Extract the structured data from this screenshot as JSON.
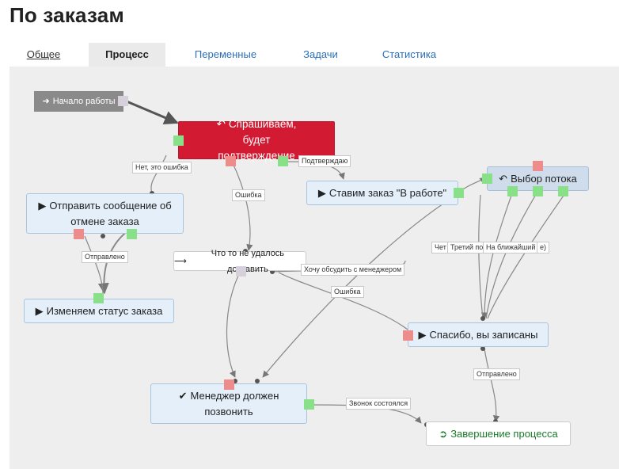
{
  "page": {
    "title": "По заказам"
  },
  "tabs": [
    {
      "label": "Общее"
    },
    {
      "label": "Процесс"
    },
    {
      "label": "Переменные"
    },
    {
      "label": "Задачи"
    },
    {
      "label": "Статистика"
    }
  ],
  "nodes": {
    "start": {
      "label": "Начало работы",
      "icon": "sign-in-icon"
    },
    "ask": {
      "label": "Спрашиваем, будет подтверждение",
      "icon": "reply-icon"
    },
    "send_cancel": {
      "label": "Отправить сообщение об отмене заказа",
      "icon": "play-icon"
    },
    "set_in_work": {
      "label": "Ставим заказ \"В работе\"",
      "icon": "play-icon"
    },
    "choose_flow": {
      "label": "Выбор потока",
      "icon": "reply-icon"
    },
    "delivery_failed": {
      "label": "Что то не удалось доставить",
      "icon": "arrow-right-icon"
    },
    "change_status": {
      "label": "Изменяем статус заказа",
      "icon": "play-icon"
    },
    "thanks": {
      "label": "Спасибо, вы записаны",
      "icon": "play-icon"
    },
    "manager_call": {
      "label": "Менеджер должен позвонить",
      "icon": "check-icon"
    },
    "finish": {
      "label": "Завершение процесса",
      "icon": "exit-icon"
    }
  },
  "edge_labels": {
    "no_error": "Нет, это ошибка",
    "confirm": "Подтверждаю",
    "error1": "Ошибка",
    "sent1": "Отправлено",
    "want_discuss": "Хочу обсудить с менеджером",
    "error2": "Ошибка",
    "thu": "Чет",
    "third": "Третий по",
    "nearest": "На ближайший",
    "nearest_tail": "е)",
    "sent2": "Отправлено",
    "call_done": "Звонок состоялся"
  }
}
